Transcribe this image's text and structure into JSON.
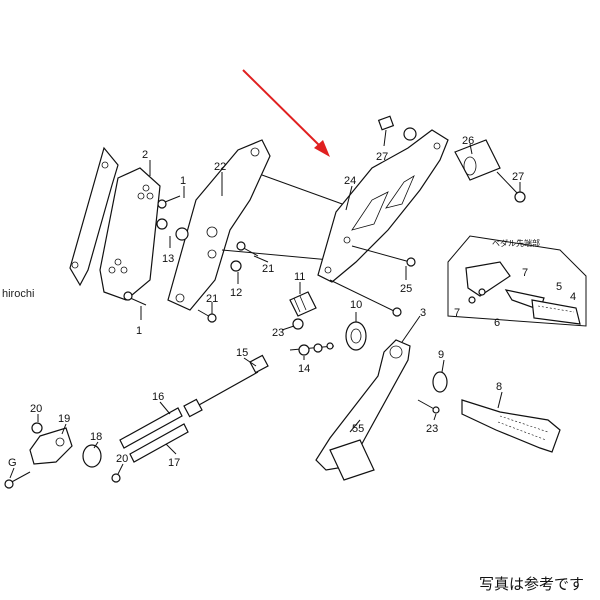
{
  "watermark": "hirochi",
  "caption": "写真は参考です",
  "inset_note": "ペダル先端部",
  "colors": {
    "arrow": "#e02020",
    "ink": "#111111"
  },
  "labels": {
    "p1": "1",
    "p2": "2",
    "p3": "3",
    "p4": "4",
    "p5": "5",
    "p6": "6",
    "p7a": "7",
    "p7b": "7",
    "p8": "8",
    "p9": "9",
    "p10": "10",
    "p11": "11",
    "p12": "12",
    "p13": "13",
    "p14": "14",
    "p15": "15",
    "p16": "16",
    "p17": "17",
    "p18": "18",
    "p19": "19",
    "p20a": "20",
    "p20b": "20",
    "p21a": "21",
    "p21b": "21",
    "p22": "22",
    "p23a": "23",
    "p23b": "23",
    "p24": "24",
    "p25": "25",
    "p26": "26",
    "p27a": "27",
    "p27b": "27",
    "p55": "55",
    "pG": "G"
  }
}
